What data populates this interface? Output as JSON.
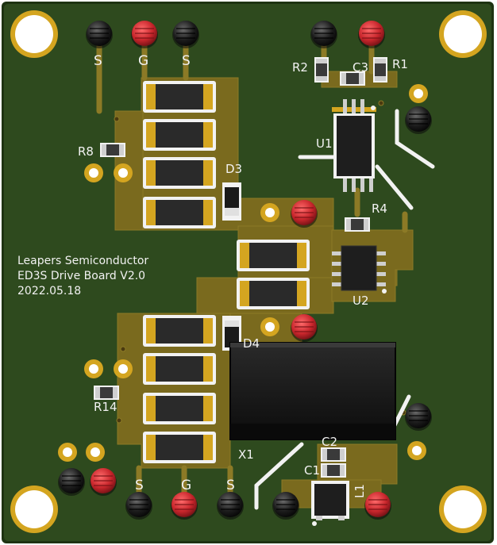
{
  "board": {
    "colors": {
      "pcb": "#2e4a1e",
      "pcb_edge": "#1e3312",
      "copper_pour": "#7a6a1e",
      "copper_pour_light": "#8c7a26",
      "pad_gold": "#d4a520",
      "silk": "#f2f2f2",
      "header_red": "#c8262c",
      "header_black": "#1c1c1c",
      "smd_body": "#2a2a2a",
      "ic_body": "#1e1e1e",
      "transformer": "#151515"
    },
    "silkscreen": {
      "company": "Leapers  Semiconductor",
      "product": "ED3S Drive Board V2.0",
      "date": "2022.05.18",
      "top_pins": [
        "S",
        "G",
        "S"
      ],
      "bottom_pins": [
        "S",
        "G",
        "S"
      ],
      "designators": {
        "R1": "R1",
        "R2": "R2",
        "C3": "C3",
        "U1": "U1",
        "R4": "R4",
        "R8": "R8",
        "D3": "D3",
        "U2": "U2",
        "D4": "D4",
        "R14": "R14",
        "X1": "X1",
        "C2": "C2",
        "C1": "C1",
        "L1": "L1"
      }
    }
  }
}
